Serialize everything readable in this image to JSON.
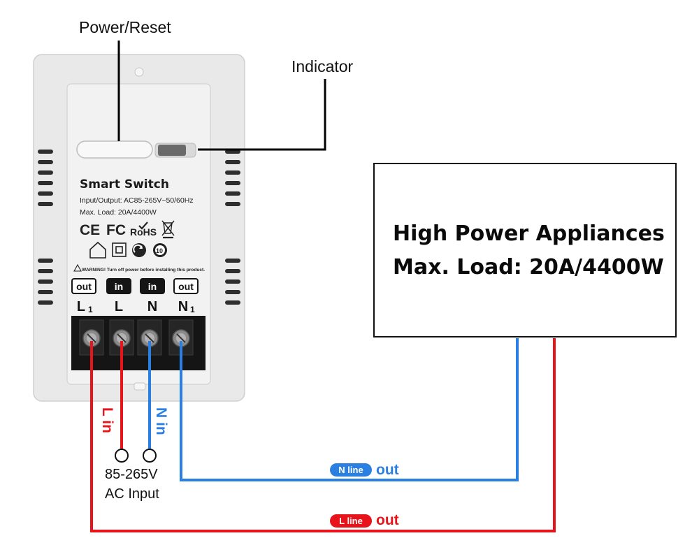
{
  "callouts": {
    "power_reset": "Power/Reset",
    "indicator": "Indicator"
  },
  "device": {
    "title": "Smart Switch",
    "spec_io": "Input/Output: AC85-265V~50/60Hz",
    "spec_load": "Max. Load: 20A/4400W",
    "certifications": [
      "CE",
      "FC",
      "RoHS"
    ],
    "warning": "WARNING! Turn off power before installing this product.",
    "terminals": [
      {
        "tag": "out",
        "letter": "L",
        "sub": "1"
      },
      {
        "tag": "in",
        "letter": "L",
        "sub": ""
      },
      {
        "tag": "in",
        "letter": "N",
        "sub": ""
      },
      {
        "tag": "out",
        "letter": "N",
        "sub": "1"
      }
    ]
  },
  "appliance": {
    "line1": "High Power Appliances",
    "line2": "Max. Load: 20A/4400W"
  },
  "wires": {
    "l_in": "L in",
    "n_in": "N in",
    "n_line_pill": "N line",
    "l_line_pill": "L line",
    "out_word": "out"
  },
  "ac_input": {
    "voltage": "85-265V",
    "label": "AC Input"
  },
  "colors": {
    "live": "#e8141b",
    "neutral": "#2b7fe0",
    "device_body": "#ececec",
    "device_face": "#f1f1f1",
    "terminal_block": "#151515"
  }
}
